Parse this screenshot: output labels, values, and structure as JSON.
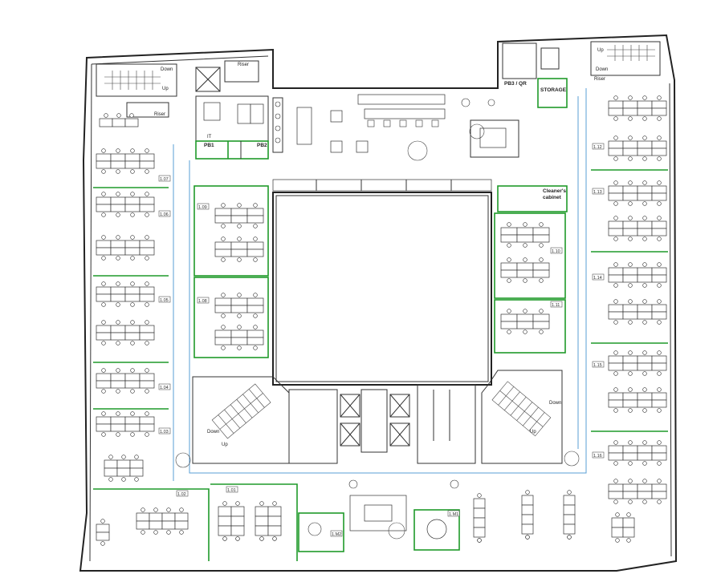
{
  "labels": {
    "it": "IT",
    "pb1": "PB1",
    "pb2": "PB2",
    "pb3_qr": "PB3 / QR",
    "storage": "STORAGE",
    "cleaners_1": "Cleaner's",
    "cleaners_2": "cabinet",
    "riser_a": "Riser",
    "riser_b": "Riser",
    "riser_c": "Riser",
    "down_a": "Down",
    "up_a": "Up",
    "down_b": "Down",
    "up_b": "Up",
    "down_c": "Down",
    "up_c": "Up",
    "down_d": "Down",
    "up_d": "Up"
  },
  "room_tags": {
    "r107": "1.07",
    "r106": "1.06",
    "r105": "1.05",
    "r104": "1.04",
    "r103": "1.03",
    "r102": "1.02",
    "r101": "1.01",
    "r109": "1.09",
    "r108": "1.08",
    "r110": "1.10",
    "r111": "1.11",
    "r112": "1.12",
    "r113": "1.13",
    "r114": "1.14",
    "r115": "1.15",
    "r116": "1.16",
    "rm1": "1.M1",
    "rm2": "1.M2"
  },
  "colors": {
    "partition": "#1f9a2a",
    "curtain_wall": "#5a9fd4",
    "wall": "#222222"
  }
}
